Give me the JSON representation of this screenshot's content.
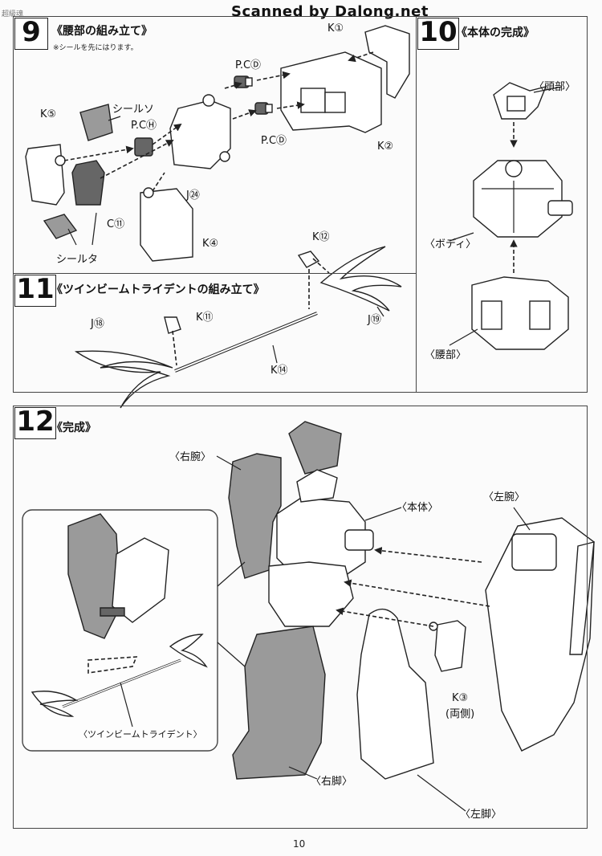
{
  "header": {
    "watermark": "Scanned by Dalong.net",
    "corner_logo": "超級魂"
  },
  "step9": {
    "number": "9",
    "title": "《腰部の組み立て》",
    "note": "※シールを先にはります。",
    "labels": {
      "k1": "K①",
      "pc_d1": "P.CⒹ",
      "pc_d2": "P.CⒹ",
      "sticker_so": "シールソ",
      "pc_h": "P.CⒽ",
      "k5": "K⑤",
      "k2": "K②",
      "j24": "J㉔",
      "c11": "C⑪",
      "k4": "K④",
      "sticker_ta": "シールタ"
    }
  },
  "step10": {
    "number": "10",
    "title": "《本体の完成》",
    "labels": {
      "head": "〈頭部〉",
      "body": "〈ボディ〉",
      "waist": "〈腰部〉"
    }
  },
  "step11": {
    "number": "11",
    "title": "《ツインビームトライデントの組み立て》",
    "labels": {
      "k12": "K⑫",
      "j18": "J⑱",
      "k11": "K⑪",
      "j19": "J⑲",
      "k14": "K⑭"
    }
  },
  "step12": {
    "number": "12",
    "title": "《完成》",
    "labels": {
      "right_arm": "〈右腕〉",
      "main_body": "〈本体〉",
      "left_arm": "〈左腕〉",
      "k3": "K③",
      "both_sides": "(両側)",
      "trident": "〈ツインビームトライデント〉",
      "right_leg": "〈右脚〉",
      "left_leg": "〈左脚〉"
    }
  },
  "footer": {
    "page_number": "10"
  },
  "colors": {
    "line": "#222222",
    "dark_part": "#666666",
    "mid_part": "#9a9a9a",
    "paper": "#fbfbfb"
  }
}
